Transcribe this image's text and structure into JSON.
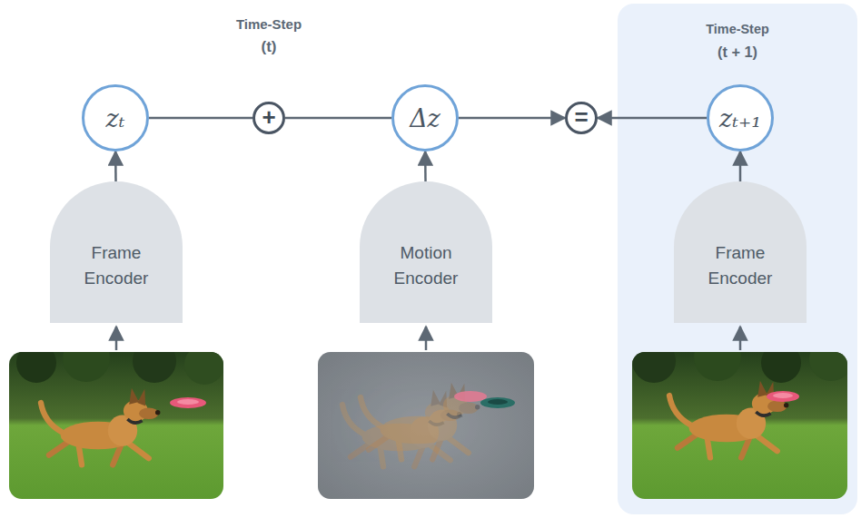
{
  "diagram": {
    "nodes": [
      {
        "text": [
          "zₜ"
        ]
      },
      {
        "text": [
          "+"
        ]
      },
      {
        "text": [
          "Δz"
        ]
      },
      {
        "text": [
          "="
        ]
      },
      {
        "text": [
          "Time-Step",
          "(t + 1)"
        ]
      },
      {
        "text": [
          "zₜ₊₁"
        ],
        "in": 4
      },
      {
        "text": [
          "Frame Encoder"
        ]
      },
      {
        "text": [
          "Motion Encoder"
        ]
      },
      {
        "text": [
          "Frame Encoder"
        ],
        "in": 4
      }
    ],
    "edges": [
      {
        "from": 0,
        "to": 1,
        "arrow": "none"
      },
      {
        "from": 1,
        "to": 2,
        "arrow": "none"
      },
      {
        "from": 2,
        "to": 3,
        "arrow": "to"
      },
      {
        "from": 5,
        "to": 3,
        "arrow": "to"
      },
      {
        "from": 6,
        "to": 0,
        "arrow": "to"
      },
      {
        "from": 7,
        "to": 2,
        "arrow": "to"
      },
      {
        "from": 8,
        "to": 5,
        "arrow": "to"
      }
    ],
    "labels": [
      "Time-Step",
      "(t)"
    ]
  }
}
